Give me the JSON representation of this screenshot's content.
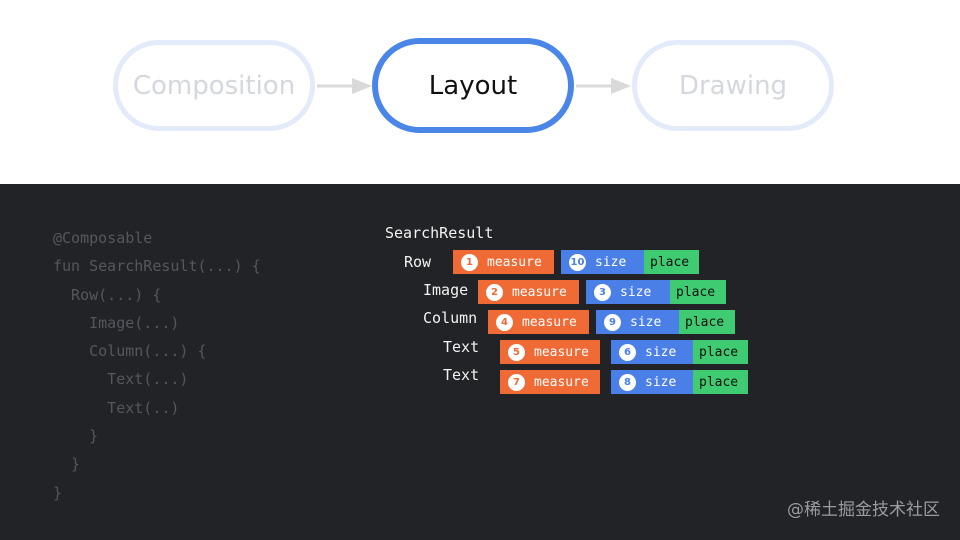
{
  "pipeline": {
    "stages": [
      "Composition",
      "Layout",
      "Drawing"
    ],
    "active": "Layout"
  },
  "code": [
    "@Composable",
    "fun SearchResult(...) {",
    "  Row(...) {",
    "    Image(...)",
    "    Column(...) {",
    "      Text(...)",
    "      Text(..)",
    "    }",
    "  }",
    "}"
  ],
  "tree": {
    "root": "SearchResult",
    "nodes": [
      {
        "label": "Row",
        "measure_step": "1",
        "size_step": "10"
      },
      {
        "label": "Image",
        "measure_step": "2",
        "size_step": "3"
      },
      {
        "label": "Column",
        "measure_step": "4",
        "size_step": "9"
      },
      {
        "label": "Text",
        "measure_step": "5",
        "size_step": "6"
      },
      {
        "label": "Text",
        "measure_step": "7",
        "size_step": "8"
      }
    ],
    "measure_label": "measure",
    "size_label": "size",
    "place_label": "place"
  },
  "colors": {
    "measure": "#f06a35",
    "size": "#4a7fe8",
    "place": "#3ecb71",
    "active_stage": "#4a86e8"
  },
  "watermark": "@稀土掘金技术社区"
}
